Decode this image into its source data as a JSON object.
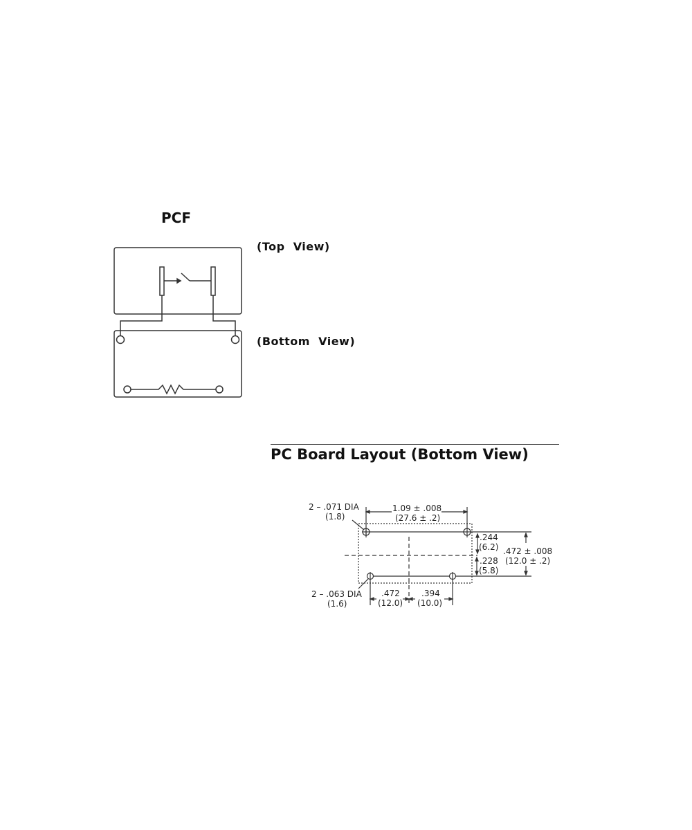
{
  "schematic": {
    "title": "PCF",
    "top_view_label": "(Top  View)",
    "bottom_view_label": "(Bottom  View)"
  },
  "pcb_layout": {
    "title": "PC Board Layout (Bottom View)",
    "dimensions": {
      "large_hole": {
        "label": "2 – .071 DIA",
        "metric": "(1.8)"
      },
      "small_hole": {
        "label": "2 – .063 DIA",
        "metric": "(1.6)"
      },
      "width": {
        "label": "1.09 ± .008",
        "metric": "(27.6 ± .2)"
      },
      "upper_spacing": {
        "label": ".244",
        "metric": "(6.2)"
      },
      "lower_spacing": {
        "label": ".228",
        "metric": "(5.8)"
      },
      "height": {
        "label": ".472 ± .008",
        "metric": "(12.0 ± .2)"
      },
      "left_offset": {
        "label": ".472",
        "metric": "(12.0)"
      },
      "right_offset": {
        "label": ".394",
        "metric": "(10.0)"
      }
    }
  }
}
